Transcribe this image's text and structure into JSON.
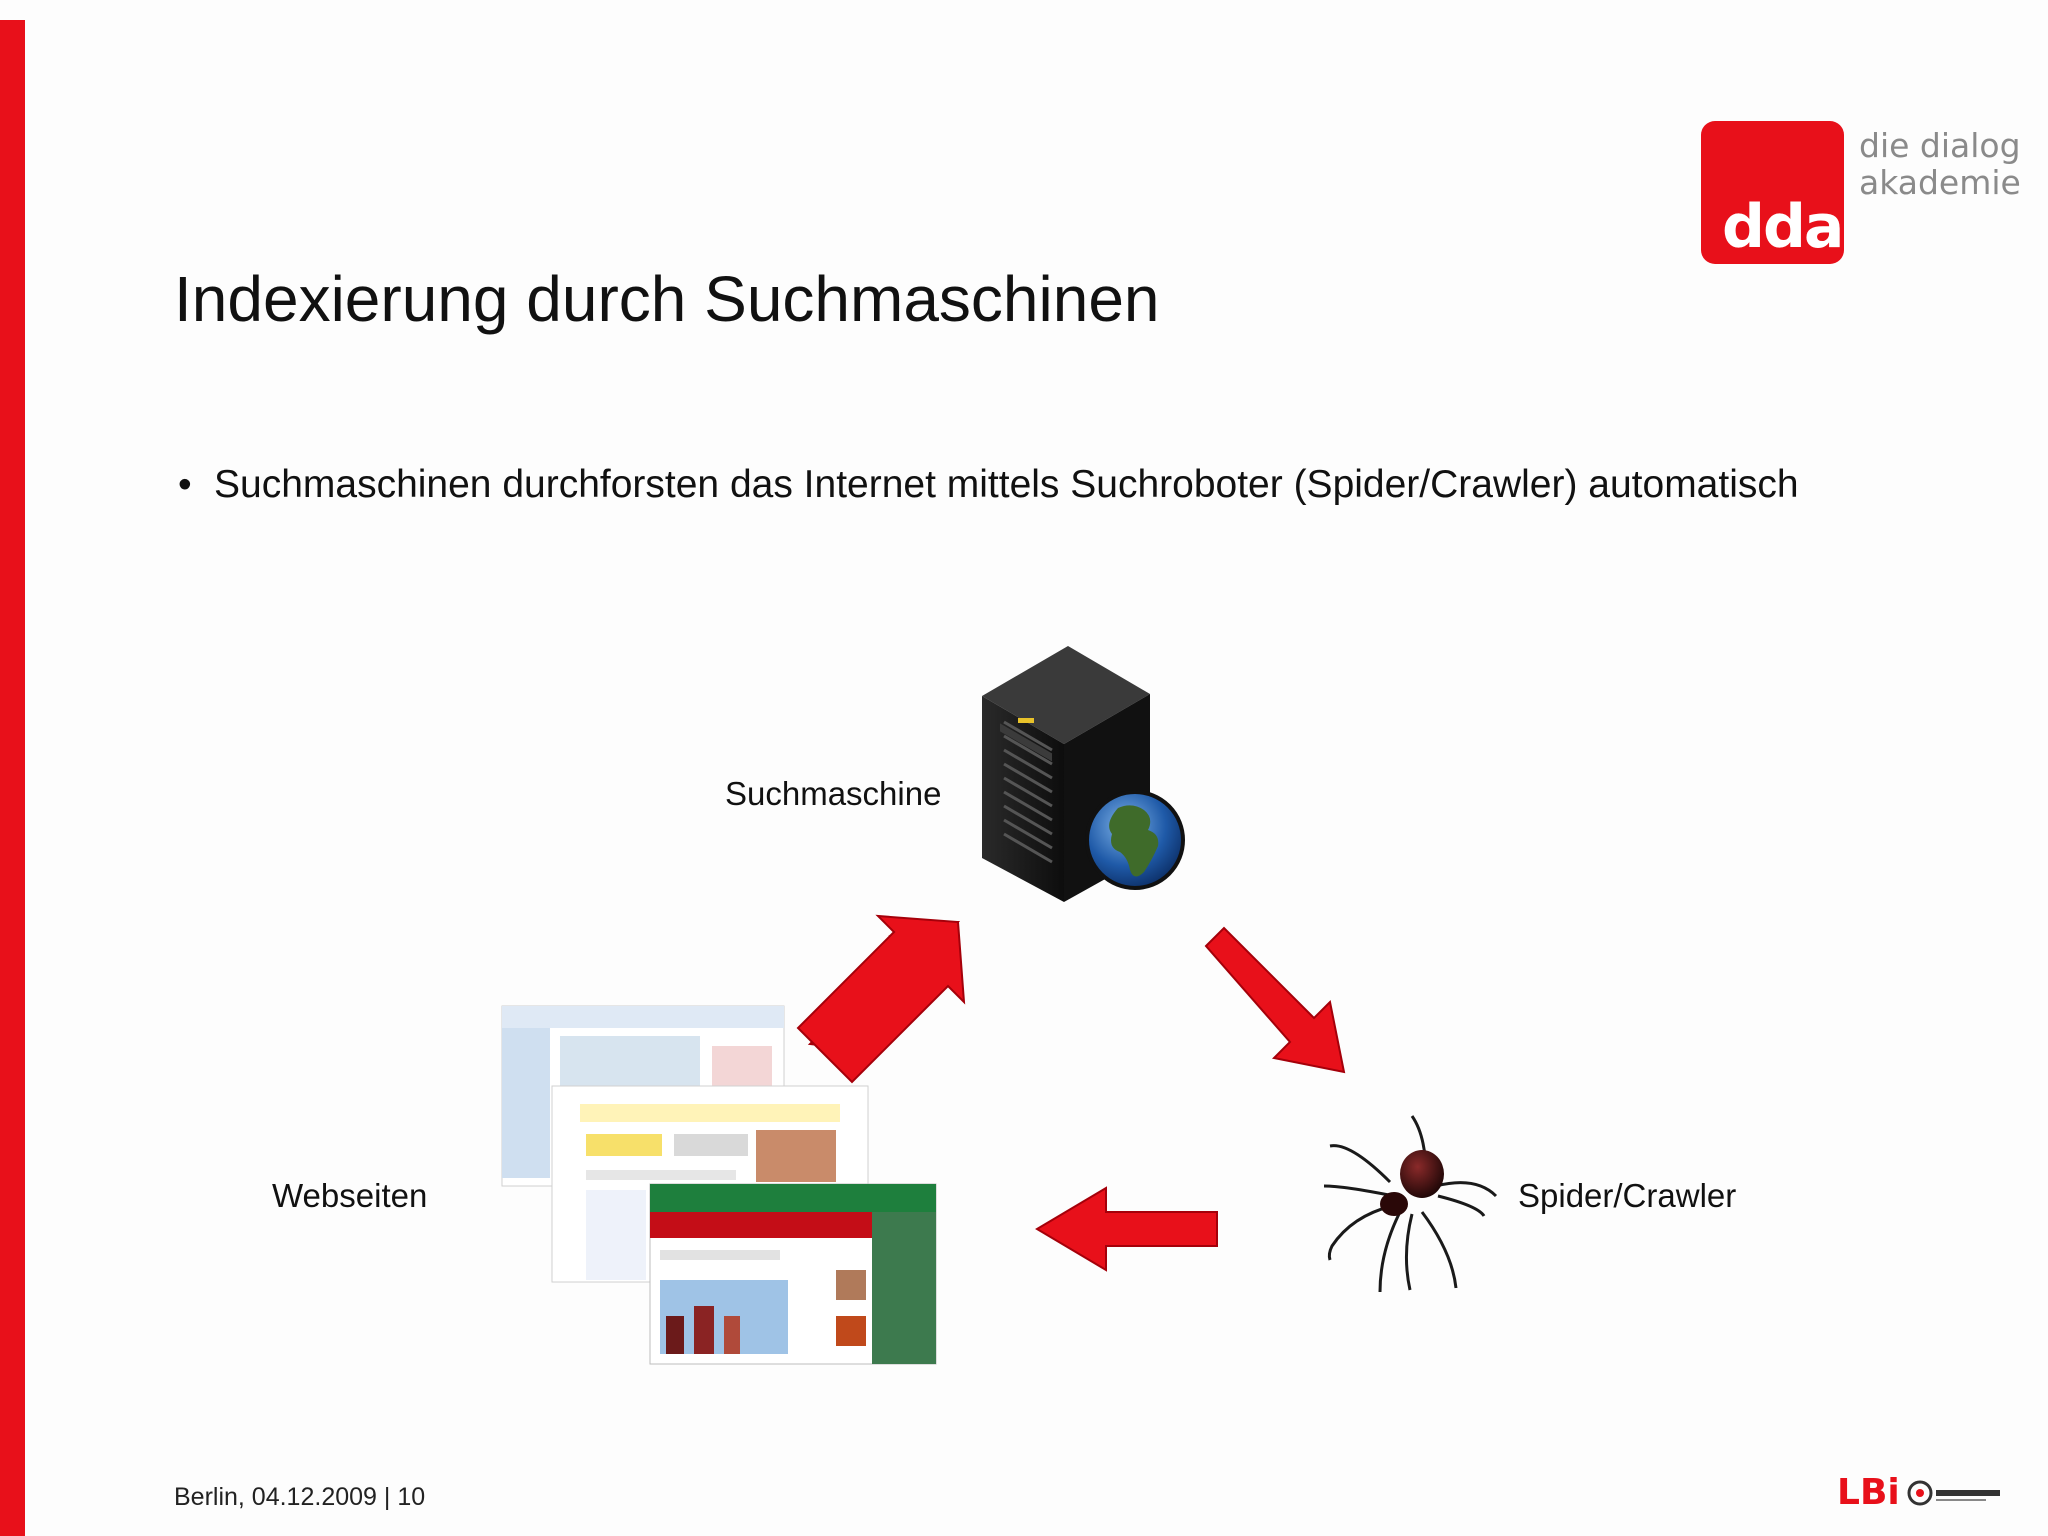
{
  "slide": {
    "title": "Indexierung durch Suchmaschinen",
    "bullet": "Suchmaschinen durchforsten das Internet mittels Suchroboter (Spider/Crawler) automatisch"
  },
  "logo": {
    "short": "dda",
    "line1": "die dialog",
    "line2": "akademie"
  },
  "diagram": {
    "search_engine_label": "Suchmaschine",
    "websites_label": "Webseiten",
    "spider_label": "Spider/Crawler"
  },
  "footer": {
    "text": "Berlin, 04.12.2009 | 10",
    "company_logo": "LBi"
  },
  "colors": {
    "accent": "#e8101a",
    "server": "#1b1b1b",
    "logo_grey": "#8a8a8a"
  }
}
